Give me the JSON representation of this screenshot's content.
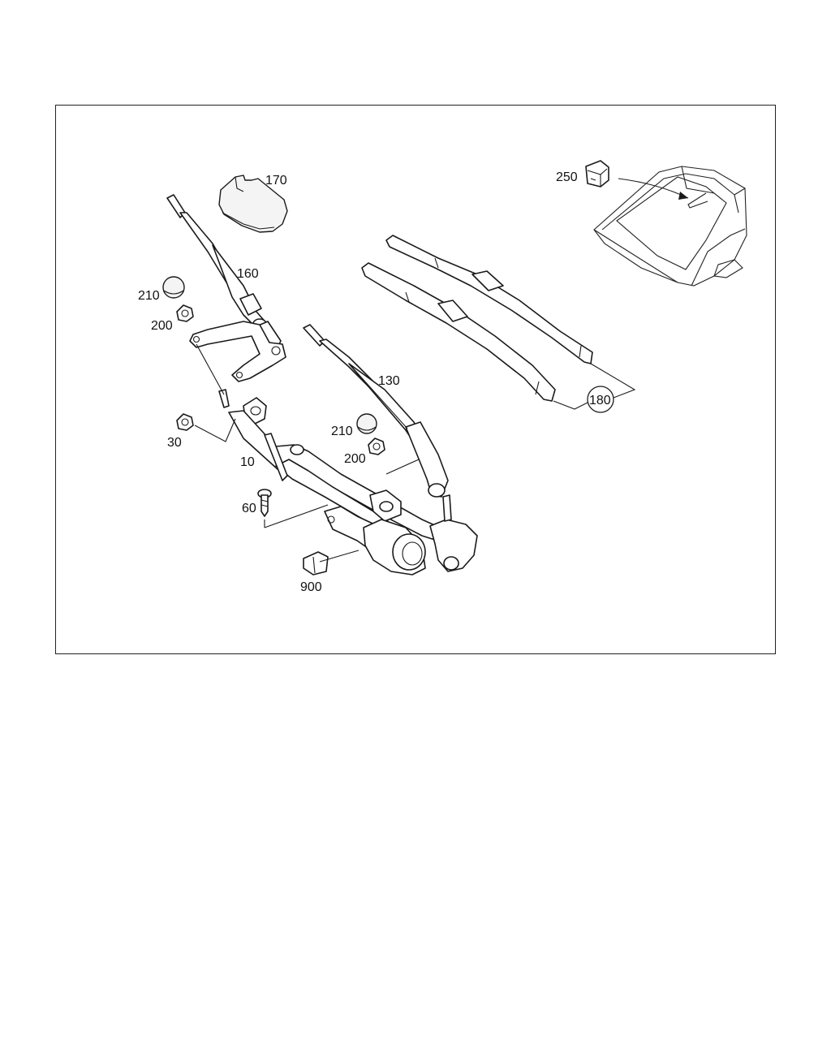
{
  "callouts": {
    "c170": "170",
    "c160": "160",
    "c210a": "210",
    "c200a": "200",
    "c250": "250",
    "c130": "130",
    "c210b": "210",
    "c200b": "200",
    "c30": "30",
    "c10": "10",
    "c180": "180",
    "c60": "60",
    "c900": "900"
  },
  "colors": {
    "line": "#1a1a1a",
    "frame": "#222222",
    "background": "#ffffff"
  }
}
